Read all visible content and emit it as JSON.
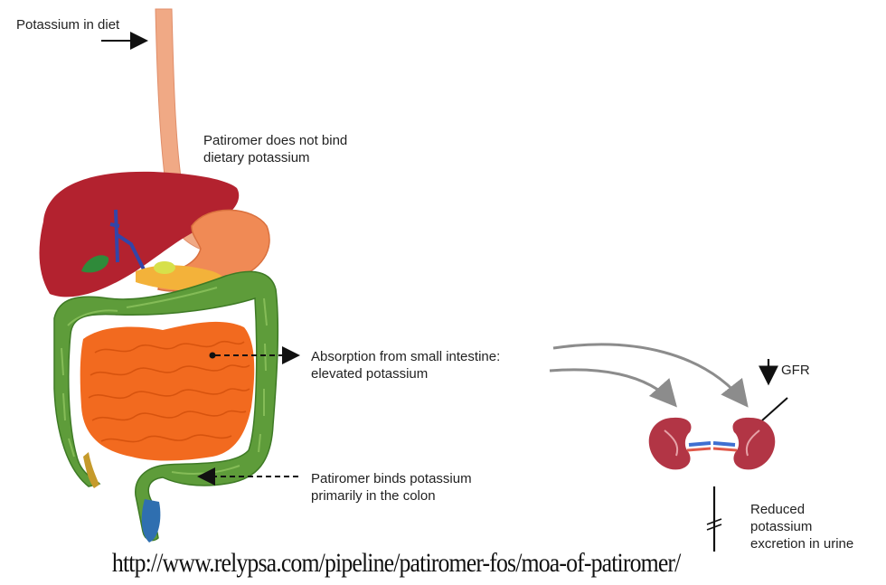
{
  "labels": {
    "diet": "Potassium in diet",
    "no_bind_1": "Patiromer does not bind",
    "no_bind_2": "dietary potassium",
    "absorption_1": "Absorption from small intestine:",
    "absorption_2": "elevated potassium",
    "binds_1": "Patiromer binds potassium",
    "binds_2": "primarily in the colon",
    "gfr": "GFR",
    "reduced_1": "Reduced",
    "reduced_2": "potassium",
    "reduced_3": "excretion in urine"
  },
  "source_url": "http://www.relypsa.com/pipeline/patiromer-fos/moa-of-patiromer/",
  "colors": {
    "esophagus": "#f0a985",
    "liver": "#b3222f",
    "colon": "#5e9c3a",
    "small_intestine": "#f26a1f",
    "kidney": "#b23545",
    "arrow_gray": "#8c8c8c"
  }
}
